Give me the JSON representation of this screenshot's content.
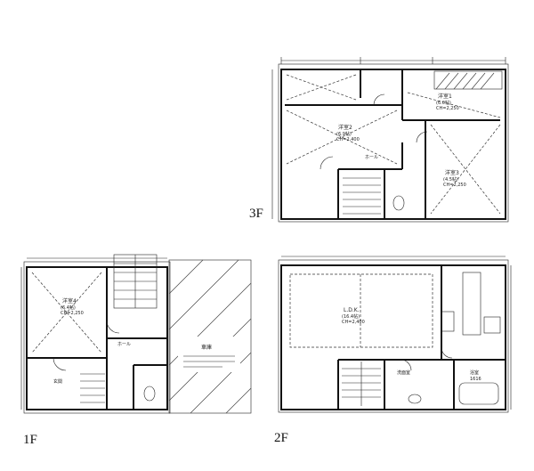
{
  "floors": {
    "f3": {
      "label": "3F",
      "rooms": [
        {
          "name": "洋室2",
          "area": "(6.9帖)",
          "extra": "CH=2,400"
        },
        {
          "name": "洋室1",
          "area": "(6.0帖)",
          "extra": "CH=2,250"
        },
        {
          "name": "洋室3",
          "area": "(4.5帖)",
          "extra": "CH=2,250"
        },
        {
          "name": "ホール",
          "area": "",
          "extra": ""
        }
      ]
    },
    "f2": {
      "label": "2F",
      "rooms": [
        {
          "name": "L.D.K.",
          "area": "(16.4帖)",
          "extra": "CH=2,400"
        },
        {
          "name": "洗面室",
          "area": "",
          "extra": ""
        },
        {
          "name": "浴室",
          "area": "1616",
          "extra": ""
        }
      ]
    },
    "f1": {
      "label": "1F",
      "rooms": [
        {
          "name": "洋室4",
          "area": "(6.4帖)",
          "extra": "CH=2,250"
        },
        {
          "name": "玄関",
          "area": "",
          "extra": ""
        },
        {
          "name": "ホール",
          "area": "",
          "extra": ""
        },
        {
          "name": "車庫",
          "area": "",
          "extra": ""
        }
      ]
    }
  }
}
